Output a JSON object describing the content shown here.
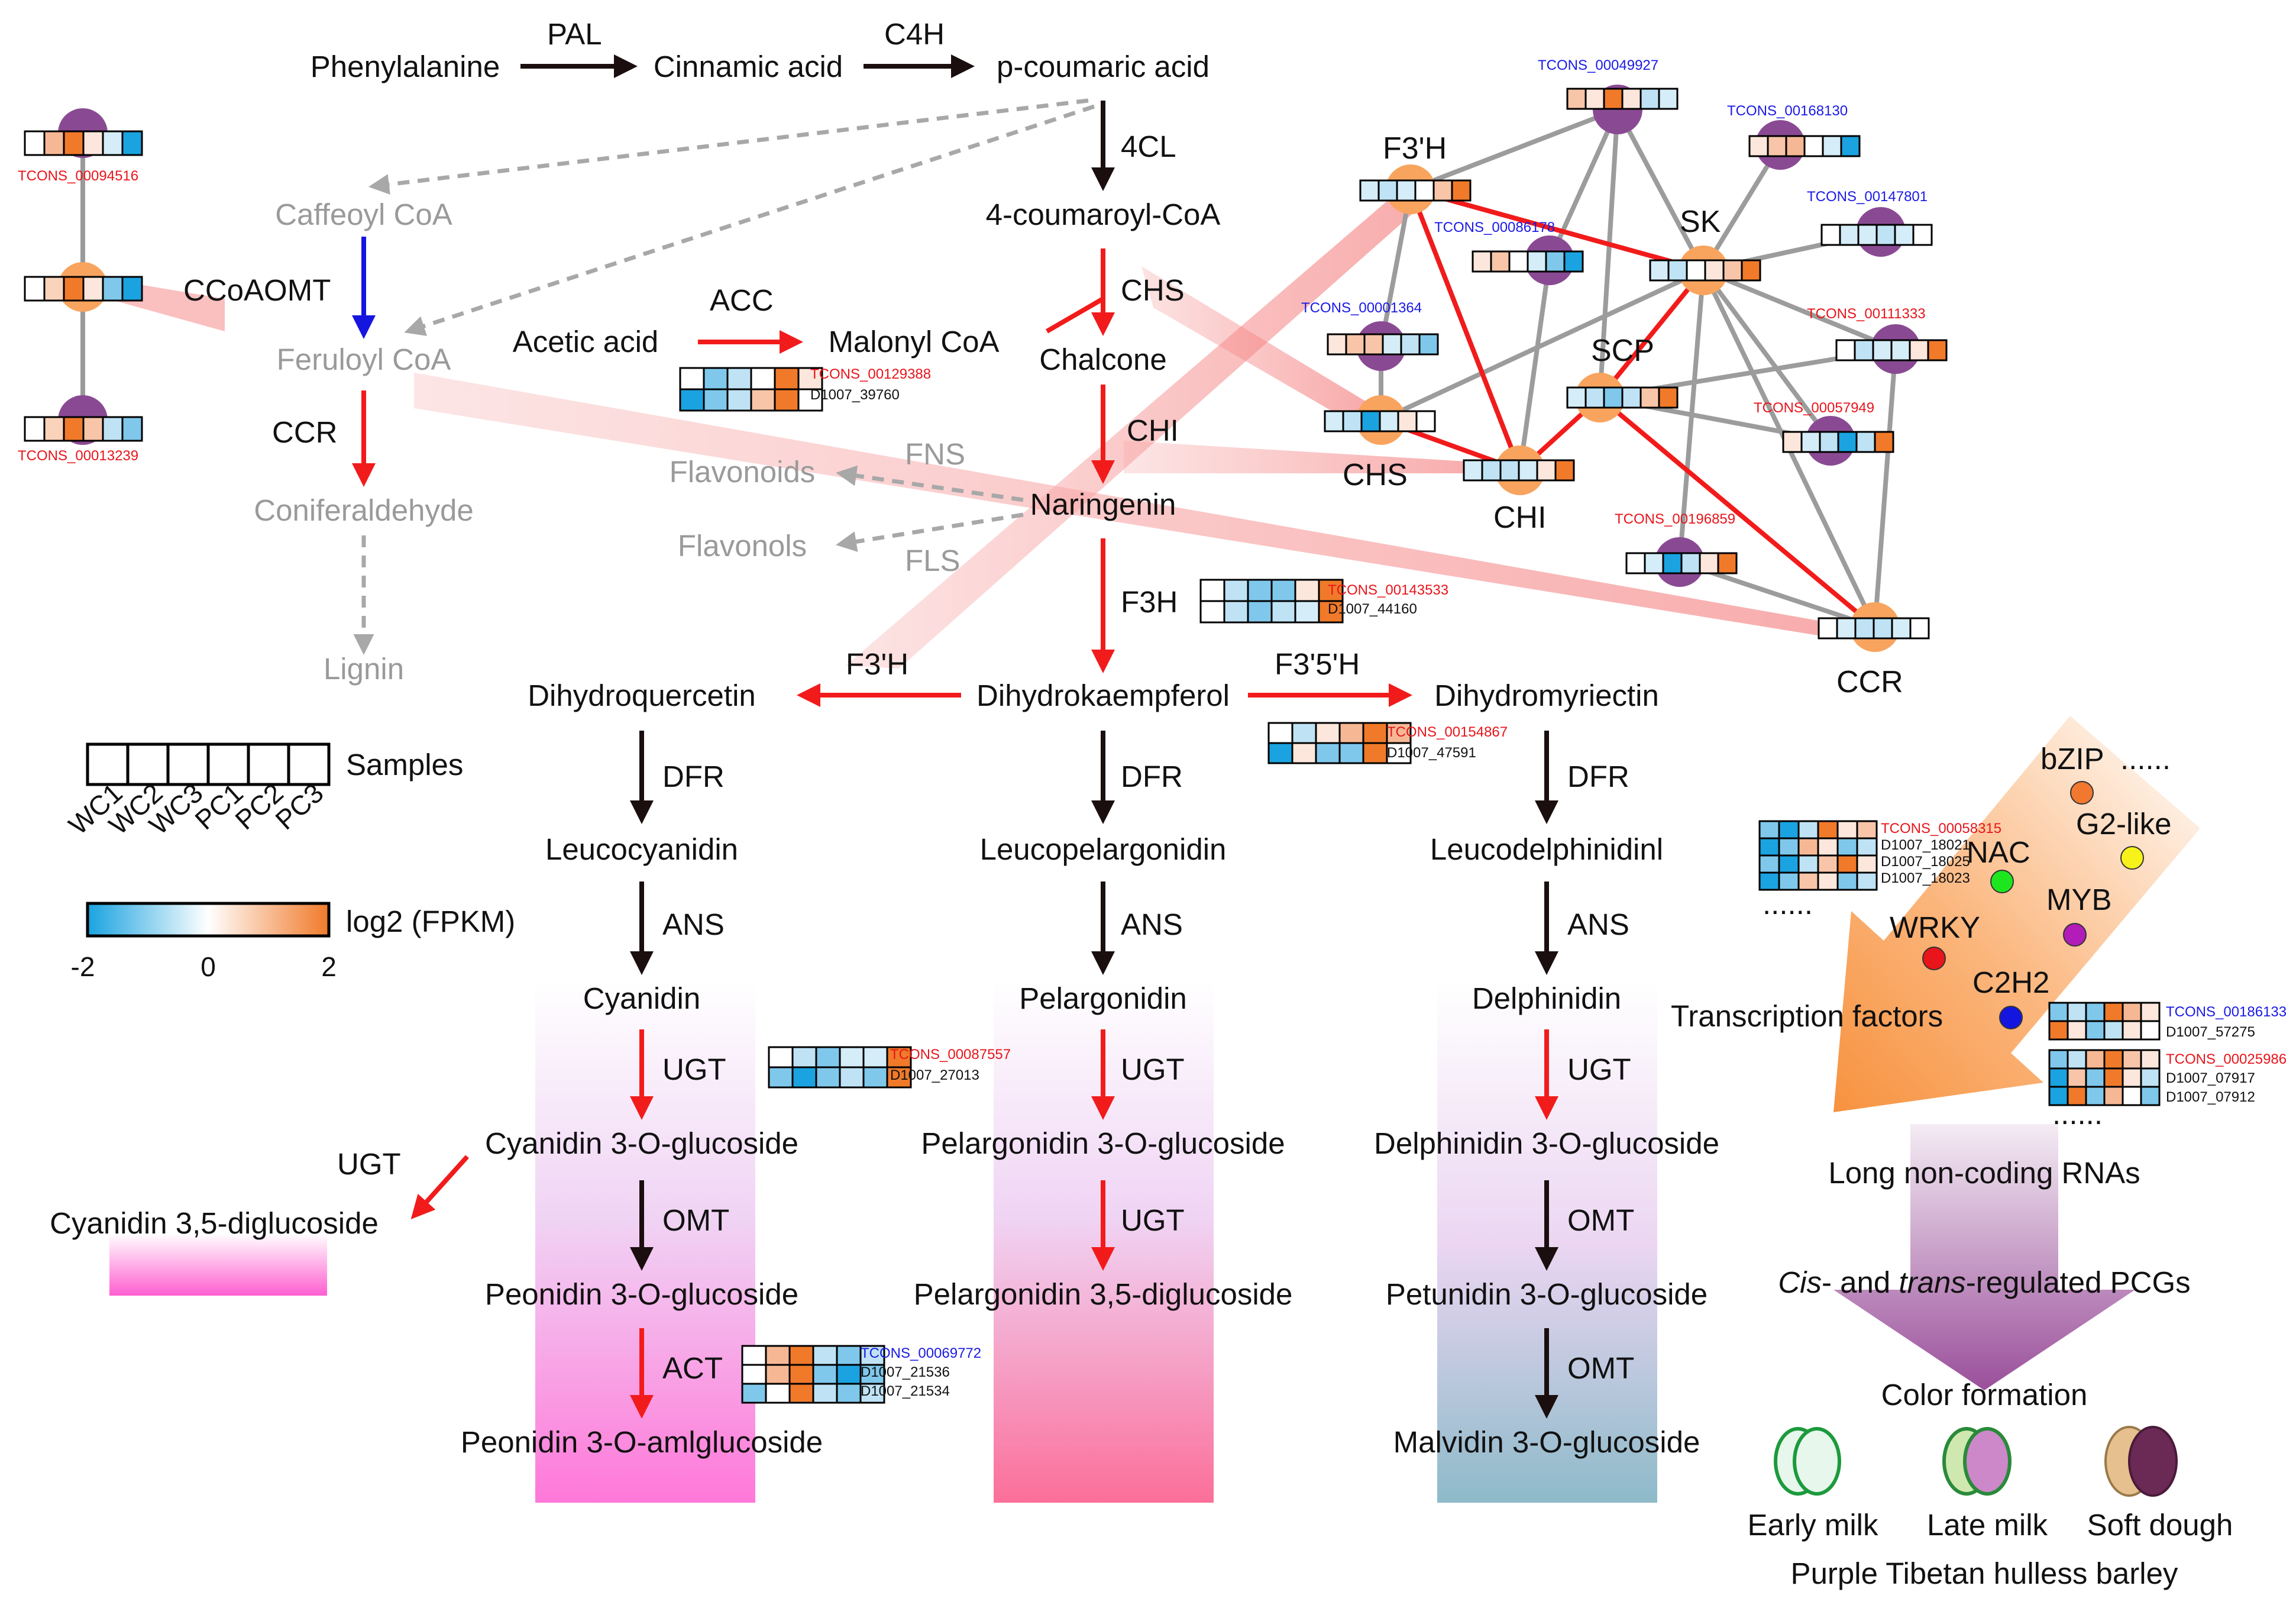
{
  "colors": {
    "black_arrow": "#1a0e0e",
    "red_arrow": "#f21b1b",
    "blue_arrow": "#1515e0",
    "grey_arrow": "#a8a8a8",
    "lncRNA_node": "#8a4a93",
    "gene_node": "#f8a45e",
    "heat_low": "#1aa3e0",
    "heat_mid": "#ffffff",
    "heat_high": "#f07a2a",
    "column_pink": "#ff7ad8",
    "column_teal": "#8dbac9"
  },
  "compounds": {
    "phenylalanine": "Phenylalanine",
    "cinnamic": "Cinnamic acid",
    "pcoumaric": "p-coumaric acid",
    "coumaroyl": "4-coumaroyl-CoA",
    "acetic": "Acetic acid",
    "malonyl": "Malonyl CoA",
    "chalcone": "Chalcone",
    "naringenin": "Naringenin",
    "caffeoyl": "Caffeoyl CoA",
    "feruloyl": "Feruloyl CoA",
    "coniferaldehyde": "Coniferaldehyde",
    "lignin": "Lignin",
    "flavonoids": "Flavonoids",
    "flavonols": "Flavonols",
    "dihydroquercetin": "Dihydroquercetin",
    "dihydrokaempferol": "Dihydrokaempferol",
    "dihydromyriectin": "Dihydromyriectin",
    "leucocyanidin": "Leucocyanidin",
    "leucopelargonidin": "Leucopelargonidin",
    "leucodelphinidinl": "Leucodelphinidinl",
    "cyanidin": "Cyanidin",
    "pelargonidin": "Pelargonidin",
    "delphinidin": "Delphinidin",
    "cyanidin3g": "Cyanidin 3-O-glucoside",
    "pelargonidin3g": "Pelargonidin 3-O-glucoside",
    "delphinidin3g": "Delphinidin 3-O-glucoside",
    "cyanidin35": "Cyanidin 3,5-diglucoside",
    "peonidin3g": "Peonidin 3-O-glucoside",
    "pelargonidin35": "Pelargonidin 3,5-diglucoside",
    "petunidin3g": "Petunidin 3-O-glucoside",
    "peonidin3amg": "Peonidin 3-O-amlglucoside",
    "malvidin3g": "Malvidin 3-O-glucoside"
  },
  "enzymes": {
    "pal": "PAL",
    "c4h": "C4H",
    "cl4": "4CL",
    "acc": "ACC",
    "chs": "CHS",
    "chi": "CHI",
    "ccoaomt": "CCoAOMT",
    "ccr": "CCR",
    "fns": "FNS",
    "fls": "FLS",
    "f3h": "F3H",
    "f3ph": "F3'H",
    "f35h": "F3'5'H",
    "dfr": "DFR",
    "ans": "ANS",
    "ugt": "UGT",
    "omt": "OMT",
    "act": "ACT"
  },
  "network": {
    "gene_nodes": [
      "F3'H",
      "CHS",
      "CHI",
      "SCP",
      "SK",
      "CCR"
    ],
    "lnc_ids": {
      "n1": "TCONS_00094516",
      "n2": "TCONS_00013239",
      "n3": "TCONS_00049927",
      "n4": "TCONS_00168130",
      "n5": "TCONS_00147801",
      "n6": "TCONS_00086178",
      "n7": "TCONS_00001364",
      "n8": "TCONS_00111333",
      "n9": "TCONS_00057949",
      "n10": "TCONS_00196859"
    }
  },
  "heatmap_ids": {
    "malonyl": [
      "TCONS_00129388",
      "D1007_39760"
    ],
    "f3h": [
      "TCONS_00143533",
      "D1007_44160"
    ],
    "f35h": [
      "TCONS_00154867",
      "D1007_47591"
    ],
    "ugt": [
      "TCONS_00087557",
      "D1007_27013"
    ],
    "act": [
      "TCONS_00069772",
      "D1007_21536",
      "D1007_21534"
    ],
    "nac": [
      "TCONS_00058315",
      "D1007_18021",
      "D1007_18025",
      "D1007_18023"
    ],
    "c2h2_a": [
      "TCONS_00186133",
      "D1007_57275"
    ],
    "c2h2_b": [
      "TCONS_00025986",
      "D1007_07917",
      "D1007_07912"
    ]
  },
  "legend": {
    "samples_label": "Samples",
    "samples": [
      "WC1",
      "WC2",
      "WC3",
      "PC1",
      "PC2",
      "PC3"
    ],
    "scale_label": "log2 (FPKM)",
    "ticks": [
      "-2",
      "0",
      "2"
    ]
  },
  "regulation": {
    "tfs": [
      "bZIP",
      "......",
      "G2-like",
      "NAC",
      "MYB",
      "WRKY",
      "C2H2"
    ],
    "tf_colors": [
      "#f3782f",
      "#f6f21a",
      "#1ee61e",
      "#b21cb8",
      "#e8151b",
      "#1515e0"
    ],
    "tf_label": "Transcription factors",
    "ellipsis": "......",
    "lnc_label": "Long non-coding RNAs",
    "cis_italic1": "Cis",
    "cis_mid": "- and ",
    "cis_italic2": "trans",
    "cis_end": "-regulated PCGs",
    "color_formation": "Color formation",
    "stages": [
      "Early milk",
      "Late milk",
      "Soft dough"
    ],
    "species": "Purple Tibetan hulless barley"
  }
}
